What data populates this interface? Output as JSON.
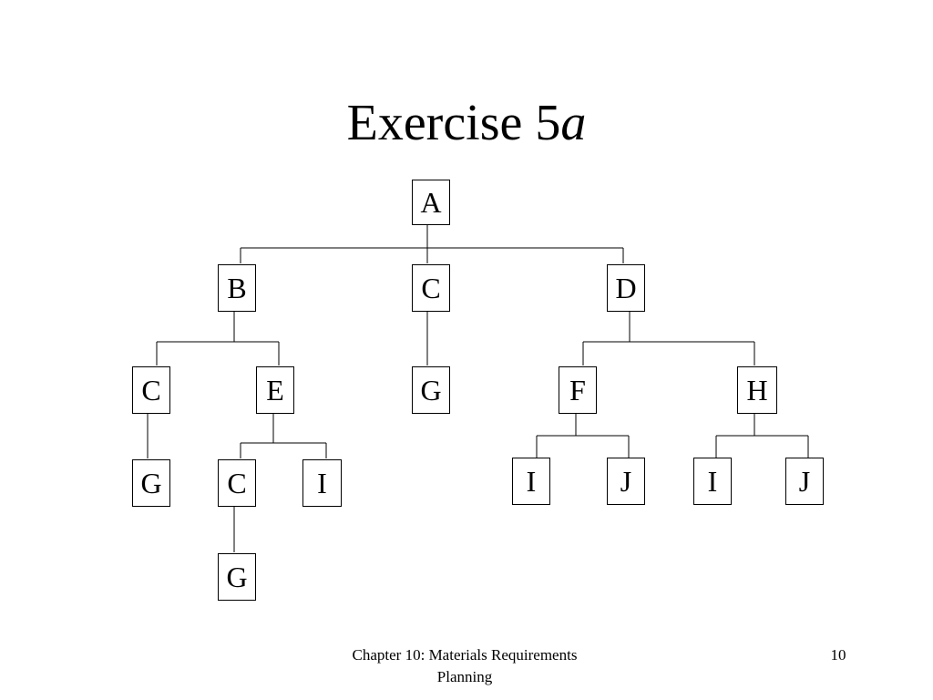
{
  "title": {
    "main": "Exercise 5",
    "italic": "a"
  },
  "nodes": {
    "a": "A",
    "b": "B",
    "c1": "C",
    "d": "D",
    "c2": "C",
    "e": "E",
    "g1": "G",
    "f": "F",
    "h": "H",
    "g2": "G",
    "c3": "C",
    "i1": "I",
    "i2": "I",
    "j1": "J",
    "i3": "I",
    "j2": "J",
    "g3": "G"
  },
  "footer": {
    "line1": "Chapter 10: Materials Requirements",
    "line2": "Planning",
    "page": "10"
  }
}
